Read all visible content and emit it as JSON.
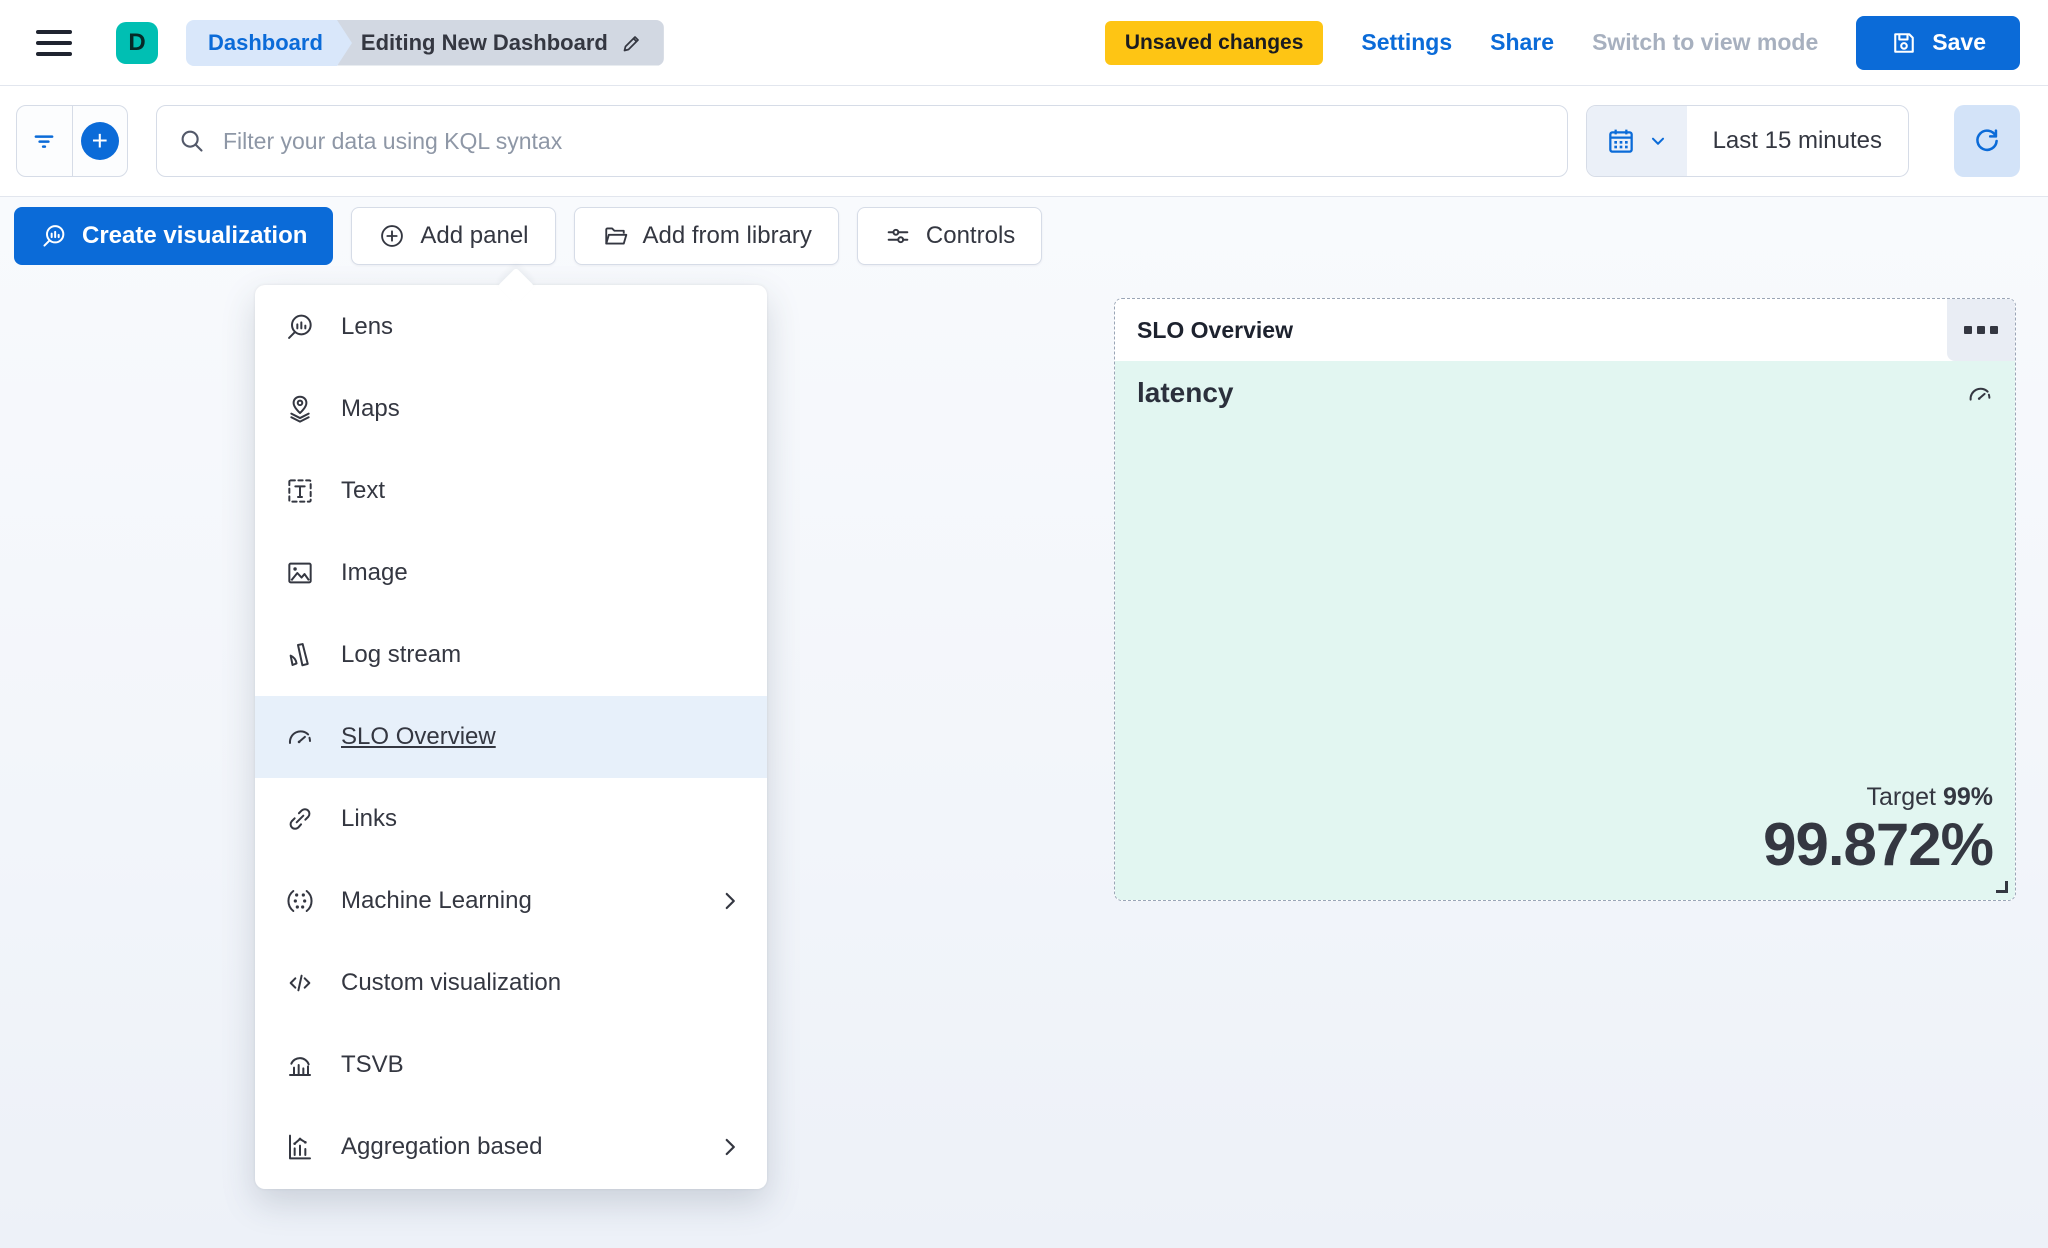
{
  "header": {
    "logo_letter": "D",
    "breadcrumbs": {
      "root": "Dashboard",
      "current": "Editing New Dashboard"
    },
    "unsaved_badge": "Unsaved changes",
    "settings_link": "Settings",
    "share_link": "Share",
    "switch_view_label": "Switch to view mode",
    "save_label": "Save"
  },
  "filter_bar": {
    "kql_placeholder": "Filter your data using KQL syntax",
    "time_range": "Last 15 minutes"
  },
  "toolbar": {
    "create_visualization": "Create visualization",
    "add_panel": "Add panel",
    "add_from_library": "Add from library",
    "controls": "Controls"
  },
  "add_panel_menu": {
    "items": [
      {
        "label": "Lens",
        "icon": "lens-icon"
      },
      {
        "label": "Maps",
        "icon": "maps-icon"
      },
      {
        "label": "Text",
        "icon": "text-icon"
      },
      {
        "label": "Image",
        "icon": "image-icon"
      },
      {
        "label": "Log stream",
        "icon": "log-stream-icon"
      },
      {
        "label": "SLO Overview",
        "icon": "gauge-icon",
        "selected": true
      },
      {
        "label": "Links",
        "icon": "link-icon"
      },
      {
        "label": "Machine Learning",
        "icon": "machine-learning-icon",
        "has_submenu": true
      },
      {
        "label": "Custom visualization",
        "icon": "code-icon"
      },
      {
        "label": "TSVB",
        "icon": "tsvb-icon"
      },
      {
        "label": "Aggregation based",
        "icon": "aggregation-icon",
        "has_submenu": true
      }
    ]
  },
  "slo_panel": {
    "title": "SLO Overview",
    "metric_name": "latency",
    "target_label": "Target",
    "target_value": "99%",
    "value": "99.872%"
  },
  "colors": {
    "primary_blue": "#0B6BD8",
    "teal": "#00BFB3",
    "warning_yellow": "#FEC514",
    "text_dark": "#343741",
    "muted_gray": "#A7B0BF",
    "mint_panel_bg": "#E2F6F1",
    "menu_highlight": "#E7F0FA",
    "breadcrumb_blue_bg": "#D9E7FA",
    "breadcrumb_gray_bg": "#D2D8E2"
  }
}
